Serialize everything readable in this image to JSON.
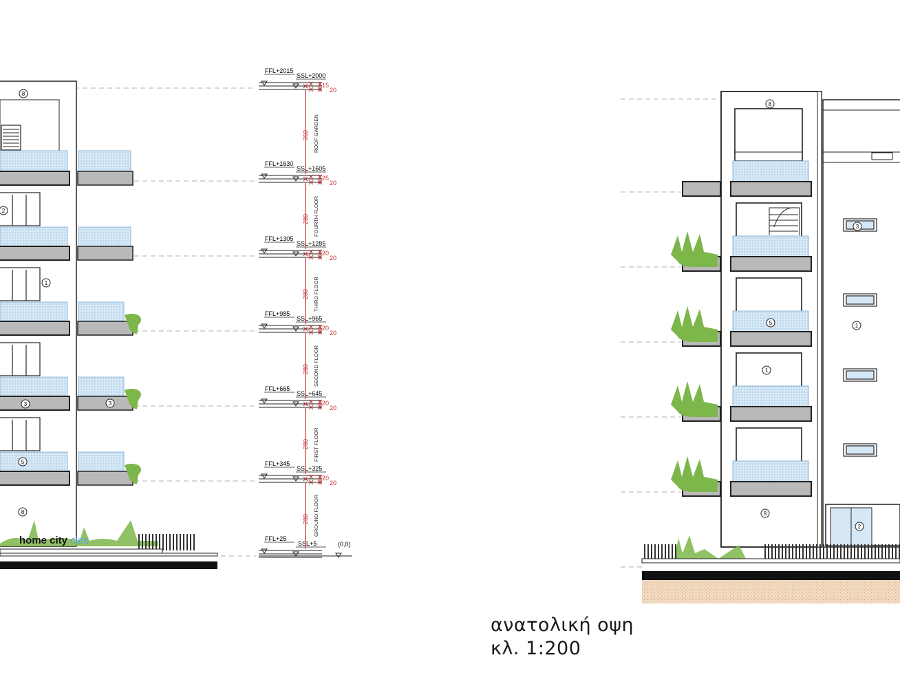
{
  "drawing": {
    "title": "ανατολική οψη",
    "scale": "κλ. 1:200",
    "watermark_prefix": "home city",
    "watermark_suffix": "cies",
    "accent_red": "#c0302f",
    "glass_blue": "#a9cce8",
    "slab_grey": "#b9b9b9",
    "plant_green": "#7db64a"
  },
  "section": {
    "levels": [
      {
        "ffl": "FFL+2015",
        "ssl": "SSL+2000",
        "thick_inner": "15",
        "thick_outer": "20"
      },
      {
        "ffl": "FFL+1630",
        "ssl": "SSL+1605",
        "thick_inner": "25",
        "thick_outer": "20"
      },
      {
        "ffl": "FFL+1305",
        "ssl": "SSL+1285",
        "thick_inner": "20",
        "thick_outer": "20"
      },
      {
        "ffl": "FFL+985",
        "ssl": "SSL+965",
        "thick_inner": "20",
        "thick_outer": "20"
      },
      {
        "ffl": "FFL+665",
        "ssl": "SSL+645",
        "thick_inner": "20",
        "thick_outer": "20"
      },
      {
        "ffl": "FFL+345",
        "ssl": "SSL+325",
        "thick_inner": "20",
        "thick_outer": "20"
      },
      {
        "ffl": "FFL+25",
        "ssl": "SSL+5",
        "ground": "(0,0)"
      }
    ],
    "floors": [
      {
        "name": "ROOF GARDEN",
        "height": "350"
      },
      {
        "name": "FOURTH FLOOR",
        "height": "280"
      },
      {
        "name": "THIRD FLOOR",
        "height": "280"
      },
      {
        "name": "SECOND FLOOR",
        "height": "280"
      },
      {
        "name": "FIRST FLOOR",
        "height": "280"
      },
      {
        "name": "GROUND FLOOR",
        "height": "280"
      }
    ]
  },
  "tags": {
    "left_top": "8",
    "left_fourth": "2",
    "left_third": "1",
    "left_first_a": "3",
    "left_first_b": "3",
    "left_ground_rail": "5",
    "left_base": "8",
    "right_top": "8",
    "right_lift": "3",
    "right_side_a": "1",
    "right_center_a": "5",
    "right_center_b": "1",
    "right_base": "8",
    "right_door": "2"
  }
}
